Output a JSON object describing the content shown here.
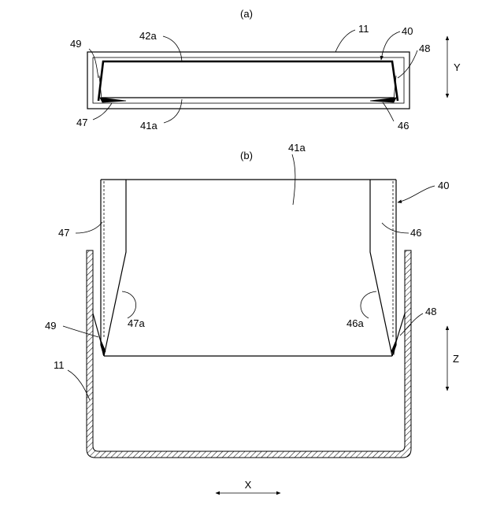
{
  "panel_a": {
    "caption": "(a)",
    "labels": {
      "l49": "49",
      "l42a": "42a",
      "l11": "11",
      "l40": "40",
      "l48": "48",
      "l47": "47",
      "l41a": "41a",
      "l46": "46"
    },
    "axis_label": "Y"
  },
  "panel_b": {
    "caption": "(b)",
    "labels": {
      "l41a": "41a",
      "l40": "40",
      "l47": "47",
      "l46": "46",
      "l47a": "47a",
      "l46a": "46a",
      "l49": "49",
      "l48": "48",
      "l11": "11"
    },
    "axis_z_label": "Z",
    "axis_x_label": "X"
  }
}
